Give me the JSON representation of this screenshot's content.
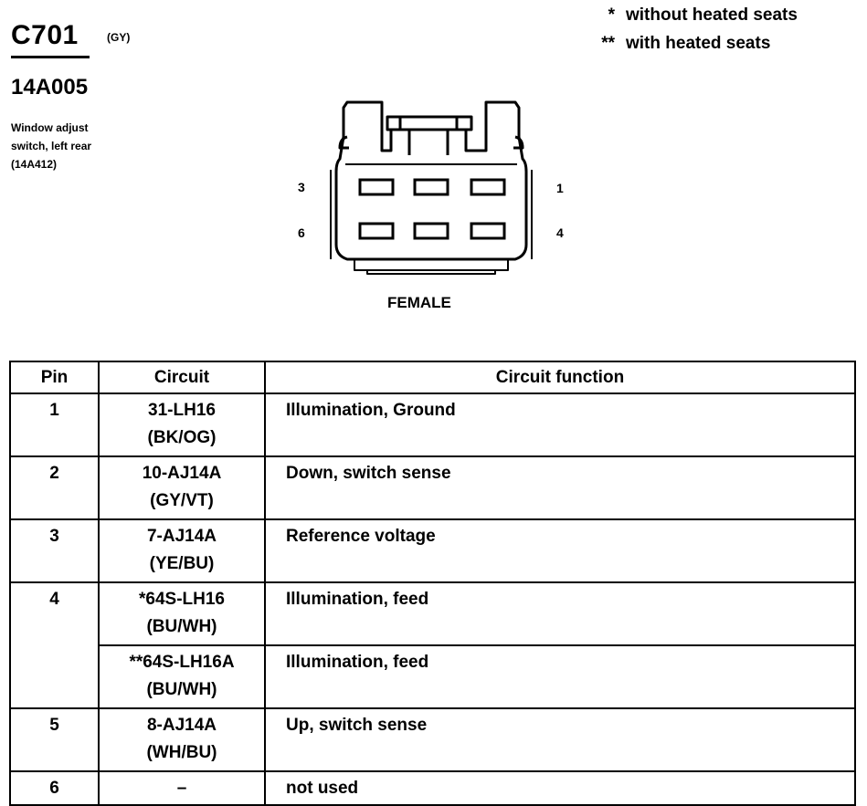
{
  "connector": {
    "id": "C701",
    "color": "(GY)",
    "part_number": "14A005",
    "description_lines": [
      "Window adjust",
      "switch, left rear",
      "(14A412)"
    ]
  },
  "legend": [
    {
      "symbol": "*",
      "text": "without heated seats"
    },
    {
      "symbol": "**",
      "text": "with heated seats"
    }
  ],
  "diagram": {
    "pin_labels": {
      "top_left": "3",
      "top_right": "1",
      "bottom_left": "6",
      "bottom_right": "4"
    },
    "gender_label": "FEMALE"
  },
  "table": {
    "headers": [
      "Pin",
      "Circuit",
      "Circuit function"
    ],
    "rows": [
      {
        "pin": "1",
        "circuit_line1": "31-LH16",
        "circuit_line2": "(BK/OG)",
        "function": "Illumination, Ground"
      },
      {
        "pin": "2",
        "circuit_line1": "10-AJ14A",
        "circuit_line2": "(GY/VT)",
        "function": "Down, switch sense"
      },
      {
        "pin": "3",
        "circuit_line1": "7-AJ14A",
        "circuit_line2": "(YE/BU)",
        "function": "Reference voltage"
      },
      {
        "pin": "4",
        "circuit_line1": "*64S-LH16",
        "circuit_line2": "(BU/WH)",
        "function": "Illumination, feed"
      },
      {
        "pin": "",
        "circuit_line1": "**64S-LH16A",
        "circuit_line2": "(BU/WH)",
        "function": "Illumination, feed"
      },
      {
        "pin": "5",
        "circuit_line1": "8-AJ14A",
        "circuit_line2": "(WH/BU)",
        "function": "Up, switch sense"
      },
      {
        "pin": "6",
        "circuit_line1": "–",
        "circuit_line2": "",
        "function": "not used"
      }
    ]
  }
}
